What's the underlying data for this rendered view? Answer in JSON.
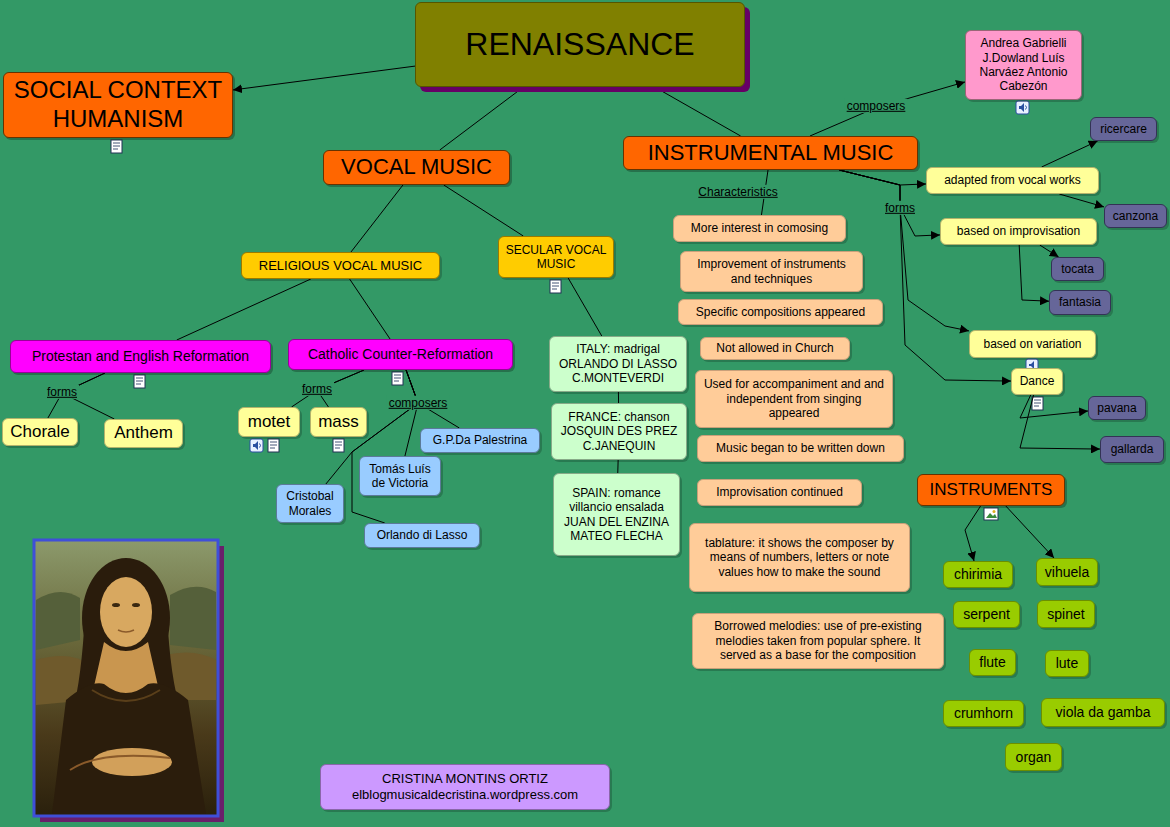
{
  "diagram": {
    "nodes": [
      {
        "text": [
          "RENAISSANCE"
        ]
      },
      {
        "text": [
          "SOCIAL CONTEXT HUMANISM"
        ]
      },
      {
        "text": [
          "Andrea Gabrielli J.Dowland Luís Narváez Antonio Cabezón"
        ]
      },
      {
        "text": [
          "ricercare"
        ]
      },
      {
        "text": [
          "VOCAL MUSIC"
        ]
      },
      {
        "text": [
          "INSTRUMENTAL MUSIC"
        ]
      },
      {
        "text": [
          "adapted from vocal works"
        ]
      },
      {
        "text": [
          "canzona"
        ]
      },
      {
        "text": [
          "More interest in comosing"
        ]
      },
      {
        "text": [
          "based on improvisation"
        ]
      },
      {
        "text": [
          "SECULAR VOCAL MUSIC"
        ]
      },
      {
        "text": [
          "RELIGIOUS VOCAL MUSIC"
        ]
      },
      {
        "text": [
          "Improvement of instruments and techniques"
        ]
      },
      {
        "text": [
          "tocata"
        ]
      },
      {
        "text": [
          "fantasia"
        ]
      },
      {
        "text": [
          "Specific compositions appeared"
        ]
      },
      {
        "text": [
          "based on variation"
        ]
      },
      {
        "text": [
          "ITALY: madrigal ORLANDO DI LASSO C.MONTEVERDI"
        ]
      },
      {
        "text": [
          "Catholic Counter-Reformation"
        ]
      },
      {
        "text": [
          "Protestan and English Reformation"
        ]
      },
      {
        "text": [
          "Not allowed in Church"
        ]
      },
      {
        "text": [
          "Dance"
        ]
      },
      {
        "text": [
          "Used for accompaniment and and independent from singing appeared"
        ]
      },
      {
        "text": [
          "pavana"
        ]
      },
      {
        "text": [
          "FRANCE: chanson JOSQUIN DES PREZ C.JANEQUIN"
        ]
      },
      {
        "text": [
          "motet"
        ]
      },
      {
        "text": [
          "mass"
        ]
      },
      {
        "text": [
          "Chorale"
        ]
      },
      {
        "text": [
          "Anthem"
        ]
      },
      {
        "text": [
          "G.P.Da Palestrina"
        ]
      },
      {
        "text": [
          "Music began to be written down"
        ]
      },
      {
        "text": [
          "gallarda"
        ]
      },
      {
        "text": [
          "Tomás Luís de Victoria"
        ]
      },
      {
        "text": [
          "INSTRUMENTS"
        ]
      },
      {
        "text": [
          "SPAIN: romance villancio ensalada JUAN DEL ENZINA MATEO FLECHA"
        ]
      },
      {
        "text": [
          "Improvisation continued"
        ]
      },
      {
        "text": [
          "Cristobal Morales"
        ]
      },
      {
        "text": [
          "Orlando di Lasso"
        ]
      },
      {
        "text": [
          "tablature: it shows the composer by means of numbers, letters or note values how to make the sound"
        ]
      },
      {
        "text": [
          "vihuela"
        ]
      },
      {
        "text": [
          "chirimia"
        ]
      },
      {
        "text": [
          "spinet"
        ]
      },
      {
        "text": [
          "serpent"
        ]
      },
      {
        "text": [
          "Borrowed melodies: use of pre-existing melodies taken from popular sphere. It served as a base for the composition"
        ]
      },
      {
        "text": [
          "flute"
        ]
      },
      {
        "text": [
          "lute"
        ]
      },
      {
        "text": [
          "viola da gamba"
        ]
      },
      {
        "text": [
          "crumhorn"
        ]
      },
      {
        "text": [
          "organ"
        ]
      },
      {
        "text": [
          "CRISTINA MONTINS ORTIZ",
          "elblogmusicaldecristina.wordpress.com"
        ]
      }
    ],
    "edges": [
      {
        "from": 0,
        "to": 1,
        "arrow": "to"
      },
      {
        "from": 0,
        "to": 4,
        "arrow": "none"
      },
      {
        "from": 0,
        "to": 5,
        "arrow": "none"
      },
      {
        "from": 5,
        "to": 2,
        "label": "composers",
        "arrow": "to"
      },
      {
        "from": 5,
        "to": 8,
        "label": "Characteristics",
        "arrow": "none"
      },
      {
        "from": 5,
        "to": 6,
        "label": "forms",
        "arrow": "to"
      },
      {
        "from": 5,
        "to": 9,
        "arrow": "to"
      },
      {
        "from": 5,
        "to": 16,
        "arrow": "to"
      },
      {
        "from": 5,
        "to": 21,
        "arrow": "to"
      },
      {
        "from": 6,
        "to": 3,
        "arrow": "to"
      },
      {
        "from": 6,
        "to": 7,
        "arrow": "to"
      },
      {
        "from": 9,
        "to": 13,
        "arrow": "to"
      },
      {
        "from": 9,
        "to": 14,
        "arrow": "to"
      },
      {
        "from": 21,
        "to": 23,
        "arrow": "to"
      },
      {
        "from": 21,
        "to": 31,
        "arrow": "to"
      },
      {
        "from": 4,
        "to": 11,
        "arrow": "none"
      },
      {
        "from": 4,
        "to": 10,
        "arrow": "none"
      },
      {
        "from": 11,
        "to": 19,
        "arrow": "none"
      },
      {
        "from": 11,
        "to": 18,
        "arrow": "none"
      },
      {
        "from": 19,
        "to": 27,
        "label": "forms",
        "arrow": "none"
      },
      {
        "from": 19,
        "to": 28,
        "arrow": "none"
      },
      {
        "from": 18,
        "to": 25,
        "label": "forms",
        "arrow": "none"
      },
      {
        "from": 18,
        "to": 26,
        "arrow": "none"
      },
      {
        "from": 18,
        "to": 29,
        "label": "composers",
        "arrow": "none"
      },
      {
        "from": 18,
        "to": 32,
        "arrow": "none"
      },
      {
        "from": 18,
        "to": 36,
        "arrow": "none"
      },
      {
        "from": 18,
        "to": 37,
        "arrow": "none"
      },
      {
        "from": 10,
        "to": 17,
        "arrow": "none"
      },
      {
        "from": 17,
        "to": 24,
        "arrow": "none"
      },
      {
        "from": 24,
        "to": 34,
        "arrow": "none"
      },
      {
        "from": 33,
        "to": 40,
        "arrow": "to"
      },
      {
        "from": 33,
        "to": 39,
        "arrow": "to"
      }
    ]
  }
}
